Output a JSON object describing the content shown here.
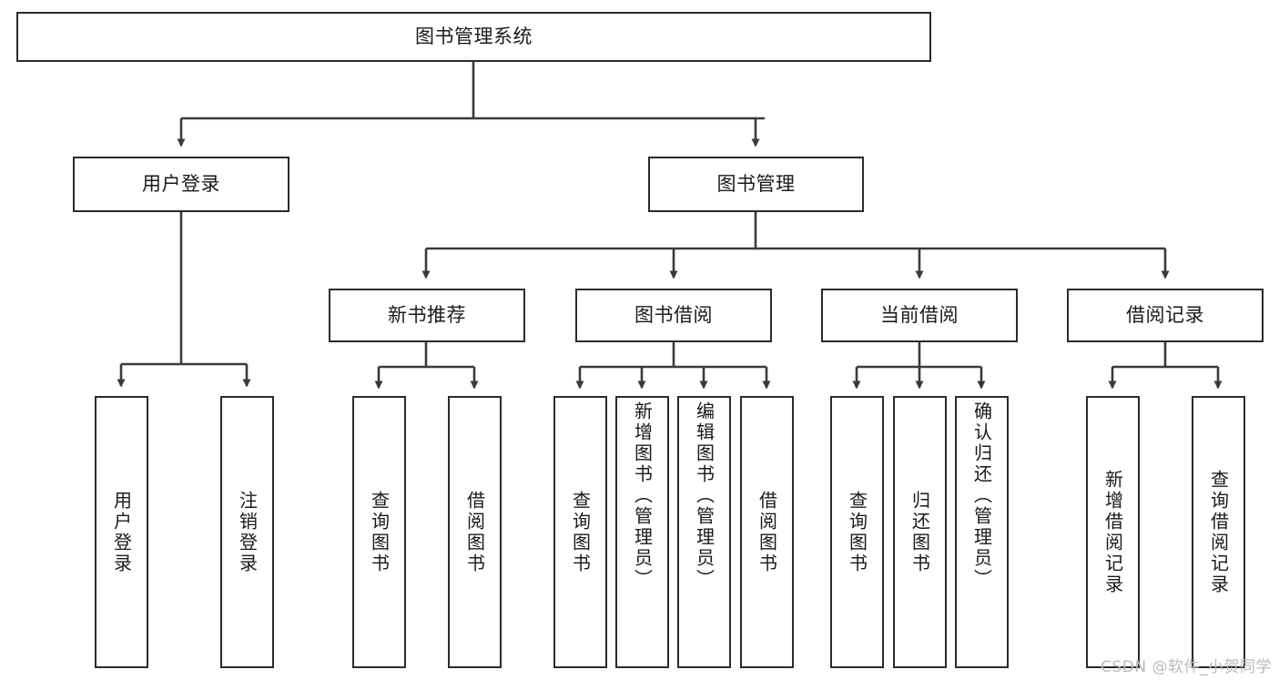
{
  "diagram": {
    "title": "图书管理系统",
    "type": "tree-hierarchy",
    "watermark": "CSDN @软件_小贺同学",
    "colors": {
      "box_border": "#2b2b2b",
      "box_fill": "#ffffff",
      "connector": "#3a3a3a",
      "text": "#1a1a1a",
      "watermark": "#b9b9b9",
      "background": "#ffffff"
    },
    "nodes": {
      "root": {
        "label": "图书管理系统"
      },
      "level2": [
        {
          "id": "user-login",
          "label": "用户登录"
        },
        {
          "id": "book-management",
          "label": "图书管理"
        }
      ],
      "level3": [
        {
          "id": "new-book-recommend",
          "label": "新书推荐"
        },
        {
          "id": "book-borrow",
          "label": "图书借阅"
        },
        {
          "id": "current-borrow",
          "label": "当前借阅"
        },
        {
          "id": "borrow-record",
          "label": "借阅记录"
        }
      ],
      "leaves": {
        "user_login": [
          {
            "id": "leaf-user-login",
            "label": "用户登录"
          },
          {
            "id": "leaf-logout-login",
            "label": "注销登录"
          }
        ],
        "new_book_recommend": [
          {
            "id": "leaf-query-book-1",
            "label": "查询图书"
          },
          {
            "id": "leaf-borrow-book-1",
            "label": "借阅图书"
          }
        ],
        "book_borrow": [
          {
            "id": "leaf-query-book-2",
            "label": "查询图书"
          },
          {
            "id": "leaf-add-book",
            "label": "新增图书（管理员）"
          },
          {
            "id": "leaf-edit-book",
            "label": "编辑图书（管理员）"
          },
          {
            "id": "leaf-borrow-book-2",
            "label": "借阅图书"
          }
        ],
        "current_borrow": [
          {
            "id": "leaf-query-book-3",
            "label": "查询图书"
          },
          {
            "id": "leaf-return-book",
            "label": "归还图书"
          },
          {
            "id": "leaf-confirm-return",
            "label": "确认归还（管理员）"
          }
        ],
        "borrow_record": [
          {
            "id": "leaf-add-record",
            "label": "新增借阅记录"
          },
          {
            "id": "leaf-query-record",
            "label": "查询借阅记录"
          }
        ]
      }
    }
  }
}
